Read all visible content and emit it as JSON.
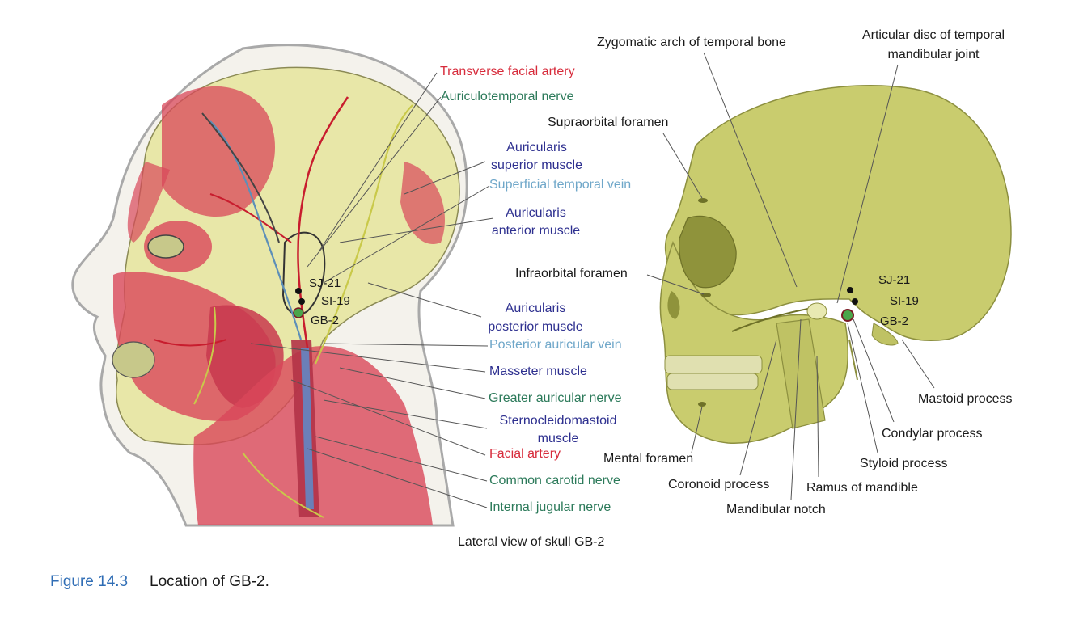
{
  "figure": {
    "number": "Figure 14.3",
    "caption": "Location of GB-2.",
    "subcaption": "Lateral view of skull GB-2"
  },
  "head_labels": {
    "transverse_facial_artery": "Transverse facial artery",
    "auriculotemporal_nerve": "Auriculotemporal nerve",
    "auricularis_superior_1": "Auricularis",
    "auricularis_superior_2": "superior muscle",
    "superficial_temporal_vein": "Superficial temporal vein",
    "auricularis_anterior_1": "Auricularis",
    "auricularis_anterior_2": "anterior muscle",
    "auricularis_posterior_1": "Auricularis",
    "auricularis_posterior_2": "posterior muscle",
    "posterior_auricular_vein": "Posterior auricular vein",
    "masseter_muscle": "Masseter muscle",
    "greater_auricular_nerve": "Greater auricular nerve",
    "sternocleidomastoid_1": "Sternocleidomastoid",
    "sternocleidomastoid_2": "muscle",
    "facial_artery": "Facial artery",
    "common_carotid_nerve": "Common carotid nerve",
    "internal_jugular_nerve": "Internal jugular nerve"
  },
  "skull_labels": {
    "zygomatic_arch": "Zygomatic arch of temporal bone",
    "articular_disc_1": "Articular disc of temporal",
    "articular_disc_2": "mandibular joint",
    "supraorbital_foramen": "Supraorbital foramen",
    "infraorbital_foramen": "Infraorbital foramen",
    "mastoid_process": "Mastoid process",
    "condylar_process": "Condylar process",
    "styloid_process": "Styloid process",
    "ramus_of_mandible": "Ramus of mandible",
    "mandibular_notch": "Mandibular notch",
    "coronoid_process": "Coronoid process",
    "mental_foramen": "Mental foramen"
  },
  "points": {
    "sj21": "SJ-21",
    "si19": "SI-19",
    "gb2": "GB-2"
  },
  "colors": {
    "artery_red": "#d72b3b",
    "nerve_green": "#2c7a5a",
    "muscle_navy": "#2d2f8f",
    "vein_lightblue": "#6fa7c9",
    "skull_fill": "#c9cc6e",
    "muscle_fill": "#d9475a",
    "gb2_point": "#4aa64a"
  }
}
